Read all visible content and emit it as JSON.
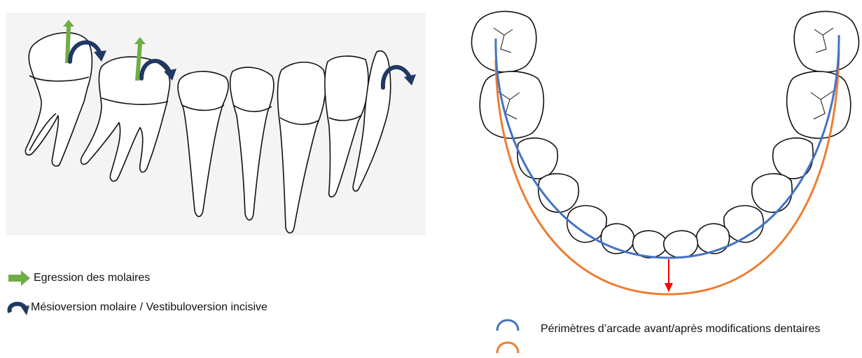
{
  "left_figure": {
    "legend": [
      {
        "icon": "green-arrow-icon",
        "color": "#70ad47",
        "label": "Egression des molaires"
      },
      {
        "icon": "curved-arrow-icon",
        "color": "#1f3864",
        "label": "Mésioversion molaire / Vestibuloversion incisive"
      }
    ]
  },
  "right_figure": {
    "legend_label": "Périmètres d’arcade avant/après modifications dentaires",
    "colors": {
      "before": "#4472c4",
      "after": "#ed7d31",
      "shift_arrow": "#ff0000"
    }
  }
}
